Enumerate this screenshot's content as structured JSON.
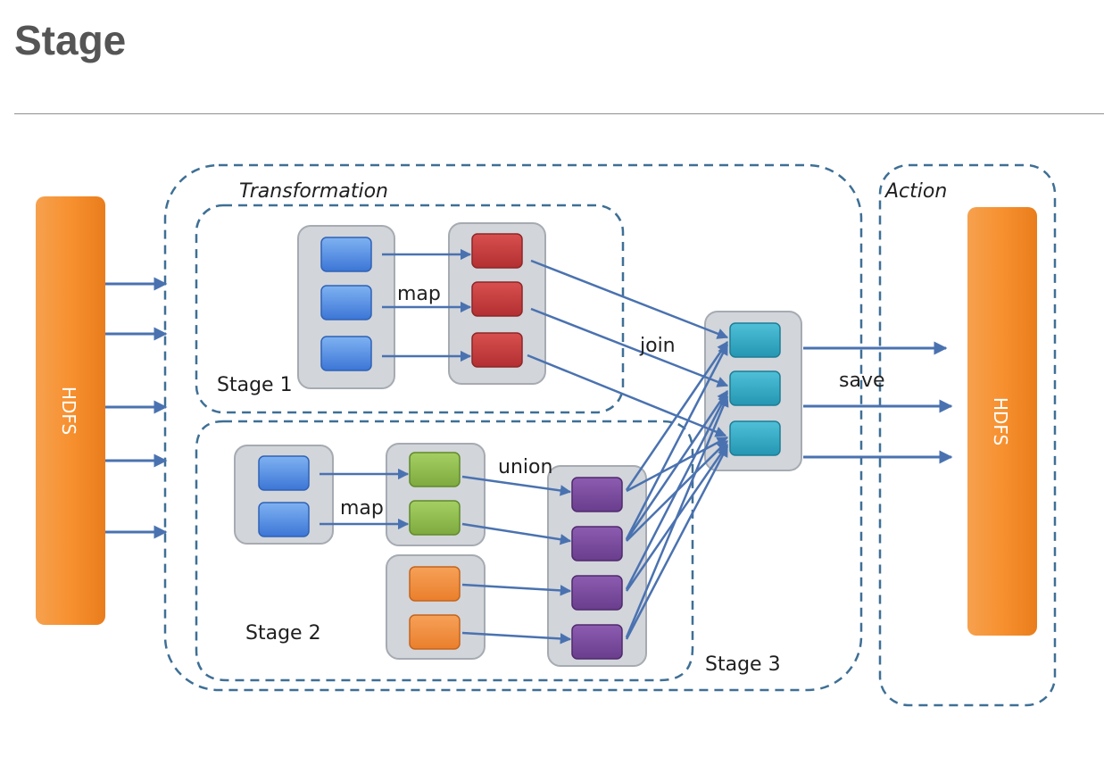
{
  "page": {
    "title": "Stage"
  },
  "diagram": {
    "groups": {
      "transformation": "Transformation",
      "action": "Action",
      "stage1": "Stage 1",
      "stage2": "Stage 2",
      "stage3": "Stage 3"
    },
    "sources": {
      "left": "HDFS",
      "right": "HDFS"
    },
    "operations": {
      "map_stage1": "map",
      "map_stage2": "map",
      "union": "union",
      "join": "join",
      "save": "save"
    }
  },
  "colors": {
    "hdfs": "#f7902f",
    "blue_partition": "#4a86e0",
    "red_partition": "#c0393b",
    "green_partition": "#8cb84a",
    "orange_partition": "#ef8b3a",
    "purple_partition": "#7a4a9c",
    "teal_partition": "#2fa9c4",
    "arrow": "#4a72b0",
    "dashed_border": "#3e6f95"
  }
}
